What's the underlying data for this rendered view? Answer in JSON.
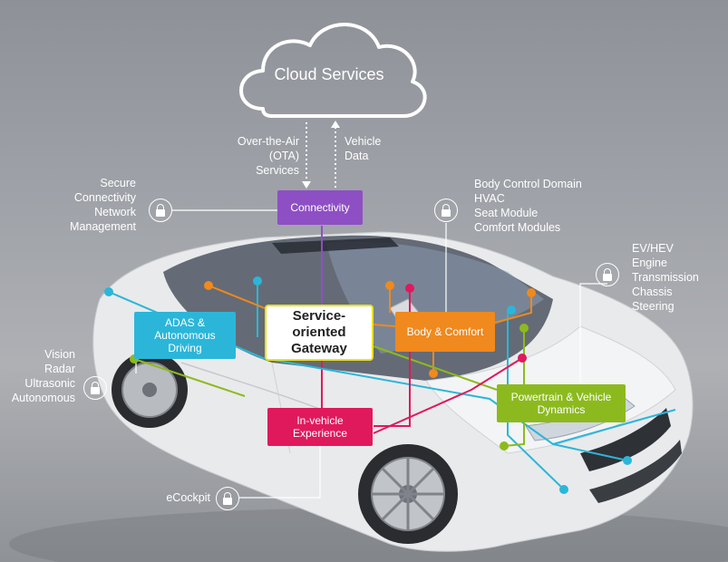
{
  "cloud": {
    "label": "Cloud Services"
  },
  "uplinks": {
    "ota": "Over-the-Air\n(OTA)\nServices",
    "vehicle_data": "Vehicle\nData"
  },
  "domains": {
    "connectivity": {
      "label": "Connectivity",
      "color": "#8e4fc4"
    },
    "body_comfort": {
      "label": "Body & Comfort",
      "color": "#f0891e"
    },
    "adas": {
      "label": "ADAS &\nAutonomous\nDriving",
      "color": "#2bb6d9"
    },
    "powertrain": {
      "label": "Powertrain & Vehicle\nDynamics",
      "color": "#8cba1e"
    },
    "in_vehicle": {
      "label": "In-vehicle\nExperience",
      "color": "#e0195c"
    }
  },
  "gateway": {
    "label": "Service-\noriented\nGateway",
    "border_color": "#e9e21a"
  },
  "features": {
    "connectivity": "Secure\nConnectivity\nNetwork\nManagement",
    "body": "Body Control Domain\nHVAC\nSeat Module\nComfort Modules",
    "powertrain": "EV/HEV\nEngine\nTransmission\nChassis\nSteering",
    "adas": "Vision\nRadar\nUltrasonic\nAutonomous",
    "in_vehicle": "eCockpit"
  },
  "icons": {
    "lock": "lock-icon",
    "cloud": "cloud-icon",
    "car": "car-illustration"
  }
}
